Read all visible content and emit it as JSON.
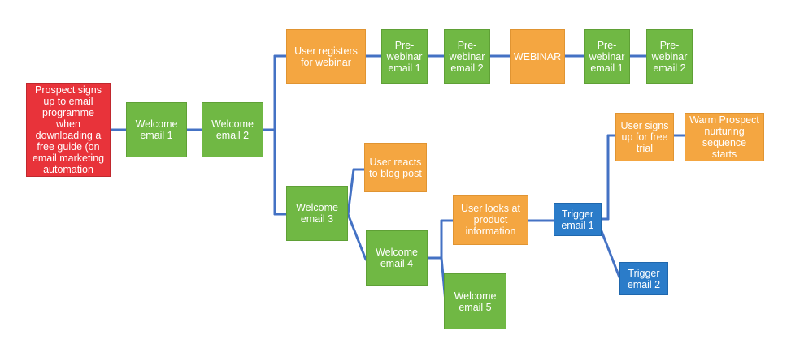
{
  "colors": {
    "start": "#E8333A",
    "email": "#70B844",
    "action": "#F4A641",
    "trigger": "#2B7CC9",
    "connector": "#4472C4"
  },
  "nodes": {
    "prospect_signup": "Prospect signs\nup to email\nprogramme\nwhen\ndownloading a\nfree guide (on\nemail marketing\nautomation",
    "welcome_1": "Welcome\nemail 1",
    "welcome_2": "Welcome\nemail 2",
    "user_registers": "User registers\nfor webinar",
    "pre_webinar_1a": "Pre-\nwebinar\nemail 1",
    "pre_webinar_2a": "Pre-\nwebinar\nemail 2",
    "webinar": "WEBINAR",
    "pre_webinar_1b": "Pre-\nwebinar\nemail 1",
    "pre_webinar_2b": "Pre-\nwebinar\nemail 2",
    "welcome_3": "Welcome\nemail 3",
    "user_reacts": "User reacts\nto blog post",
    "welcome_4": "Welcome\nemail 4",
    "welcome_5": "Welcome\nemail 5",
    "user_looks": "User looks at\nproduct\ninformation",
    "trigger_1": "Trigger\nemail 1",
    "trigger_2": "Trigger\nemail 2",
    "user_trial": "User signs\nup for free\ntrial",
    "warm_prospect": "Warm Prospect\nnurturing\nsequence starts"
  }
}
